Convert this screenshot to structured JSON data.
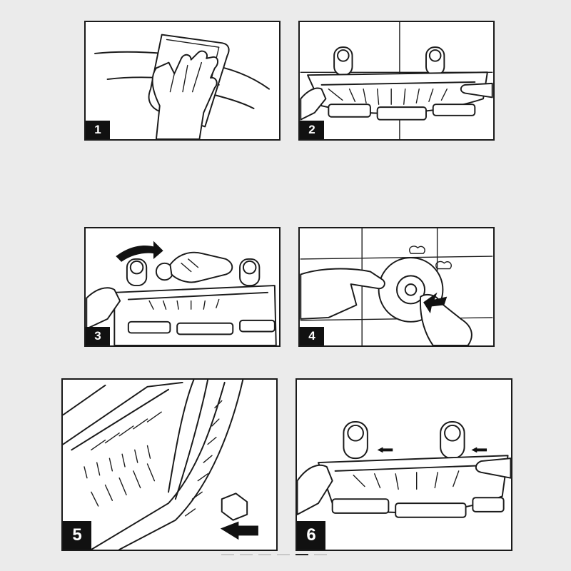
{
  "steps": [
    {
      "number": "1",
      "icon": "cloth-wipe-icon"
    },
    {
      "number": "2",
      "icon": "shelf-suction-icon"
    },
    {
      "number": "3",
      "icon": "twist-knob-icon"
    },
    {
      "number": "4",
      "icon": "suction-cup-press-icon"
    },
    {
      "number": "5",
      "icon": "rubber-pad-insert-icon"
    },
    {
      "number": "6",
      "icon": "shelf-mount-icon"
    }
  ],
  "pager": {
    "total": 6,
    "active_index": 4
  },
  "colors": {
    "background": "#ebebeb",
    "panel": "#ffffff",
    "line": "#1a1a1a",
    "badge": "#111111"
  }
}
